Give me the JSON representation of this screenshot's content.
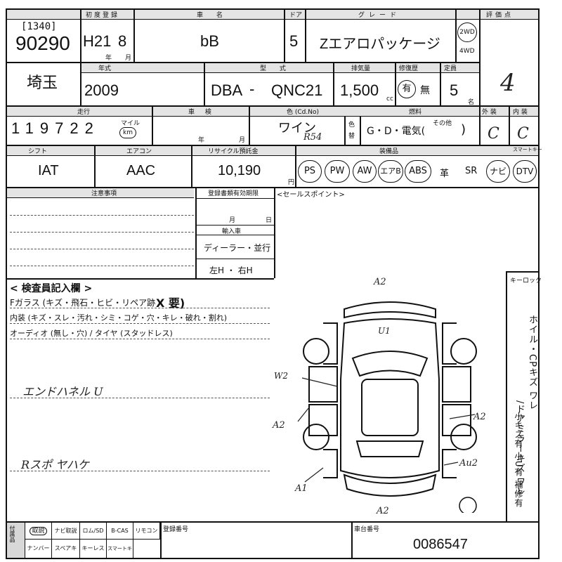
{
  "header": {
    "reg_code": "[1340]",
    "lot_number": "90290",
    "first_reg_label": "初度登録",
    "era_year": "H21",
    "month": "8",
    "year_suffix": "年",
    "month_suffix": "月",
    "car_name_label": "車 名",
    "car_name": "bB",
    "door_label": "ドア",
    "doors": "5",
    "grade_label": "グレード",
    "grade": "Zエアロパッケージ",
    "drive_2wd": "2WD",
    "drive_4wd": "4WD",
    "eval_label": "評価点",
    "score": "4"
  },
  "row2": {
    "region": "埼玉",
    "model_year_label": "年式",
    "model_year": "2009",
    "type_label": "型 式",
    "type_prefix": "DBA",
    "type_dash": "-",
    "type_code": "QNC21",
    "displacement_label": "排気量",
    "displacement": "1,500",
    "cc": "cc",
    "repair_label": "修復歴",
    "repair_yes": "有",
    "repair_no": "無",
    "capacity_label": "定員",
    "capacity": "5",
    "capacity_unit": "名"
  },
  "row3": {
    "mileage_label": "走行",
    "mileage_digits": [
      "1",
      "1",
      "9",
      "7",
      "2",
      "2"
    ],
    "mile_label": "マイル",
    "km_label": "km",
    "inspection_label": "車 検",
    "year_suffix": "年",
    "month_suffix": "月",
    "color_label": "色 (Cd.No)",
    "color": "ワイン",
    "color_code": "R54",
    "color_change_1": "色",
    "color_change_2": "替",
    "fuel_label": "燃料",
    "fuel_options": "G・D・電気(",
    "fuel_other": "その他",
    "fuel_close": ")",
    "exterior_label": "外 装",
    "exterior": "C",
    "interior_label": "内 装",
    "interior": "C"
  },
  "row4": {
    "shift_label": "シフト",
    "shift": "IAT",
    "ac_label": "エアコン",
    "ac": "AAC",
    "recycle_label": "リサイクル預託金",
    "recycle": "10,190",
    "yen": "円",
    "equipment_label": "装備品",
    "equipment": [
      "PS",
      "PW",
      "AW",
      "エアB",
      "ABS",
      "革",
      "SR",
      "ナビ",
      "DTV"
    ],
    "key_label": "スマートキー"
  },
  "notes": {
    "special_label": "注意事項",
    "registry_label": "登録書類有効期限",
    "month_label": "月",
    "day_label": "日",
    "import_label": "輸入車",
    "dealer_parallel": "ディーラー・並行",
    "handle": "左H ・ 右H",
    "sales_point_label": "<セールスポイント>"
  },
  "inspector": {
    "title": "< 検査員記入欄 >",
    "f_glass": "Fガラス (キズ・飛石・ヒビ・リペア跡・",
    "f_glass_req": "X 要)",
    "interior": "内装 (キズ・スレ・汚れ・シミ・コゲ・穴・キレ・破れ・割れ)",
    "audio": "オーディオ (無し・穴) / タイヤ (スタッドレス)",
    "handwritten_1": "エンドハネル U",
    "handwritten_2": "Rスポ ヤハケ",
    "key_label": "キーロック"
  },
  "diagram_marks": {
    "top": "A2",
    "u1": "U1",
    "w2": "W2",
    "left_a2": "A2",
    "right_a2": "A2",
    "au2": "Au2",
    "a1": "A1",
    "bottom": "A2"
  },
  "side_notes": {
    "col1": "ホイル・CPキズ ワレ",
    "col2": "/ドアミラーキズ ワレ",
    "col3": "小キズ有 小U有 補修有"
  },
  "footer": {
    "label_box": "付属品",
    "items_row1": [
      "取説",
      "ナビ取説",
      "ロム/SD",
      "B-CAS",
      "リモコン"
    ],
    "items_row2": [
      "ナンバー",
      "スペアキー",
      "キーレス",
      "スマートキー"
    ],
    "reg_number_label": "登録番号",
    "chassis_label": "車台番号",
    "chassis_number": "0086547"
  }
}
